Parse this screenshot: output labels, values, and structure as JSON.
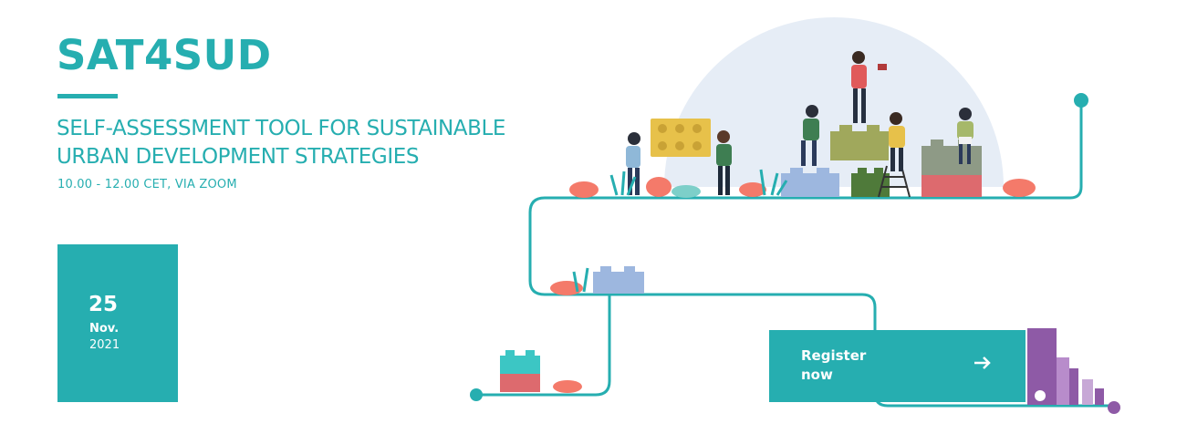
{
  "banner": {
    "title": "SAT4SUD",
    "subtitle_line1": "SELF-ASSESSMENT TOOL FOR SUSTAINABLE",
    "subtitle_line2": "URBAN DEVELOPMENT STRATEGIES",
    "time": "10.00 - 12.00 CET, VIA ZOOM"
  },
  "date": {
    "day": "25",
    "month": "Nov.",
    "year": "2021"
  },
  "cta": {
    "label": "Register now",
    "icon": "arrow-right-icon"
  },
  "colors": {
    "teal": "#26aeb0",
    "coral": "#f47a6a",
    "brick_yellow": "#e7c14a",
    "brick_blue": "#9db7df",
    "brick_olive": "#a0a85c",
    "brick_green": "#4f7a3a",
    "brick_red": "#dd6a6e",
    "building_purple": "#8e5aa6"
  }
}
